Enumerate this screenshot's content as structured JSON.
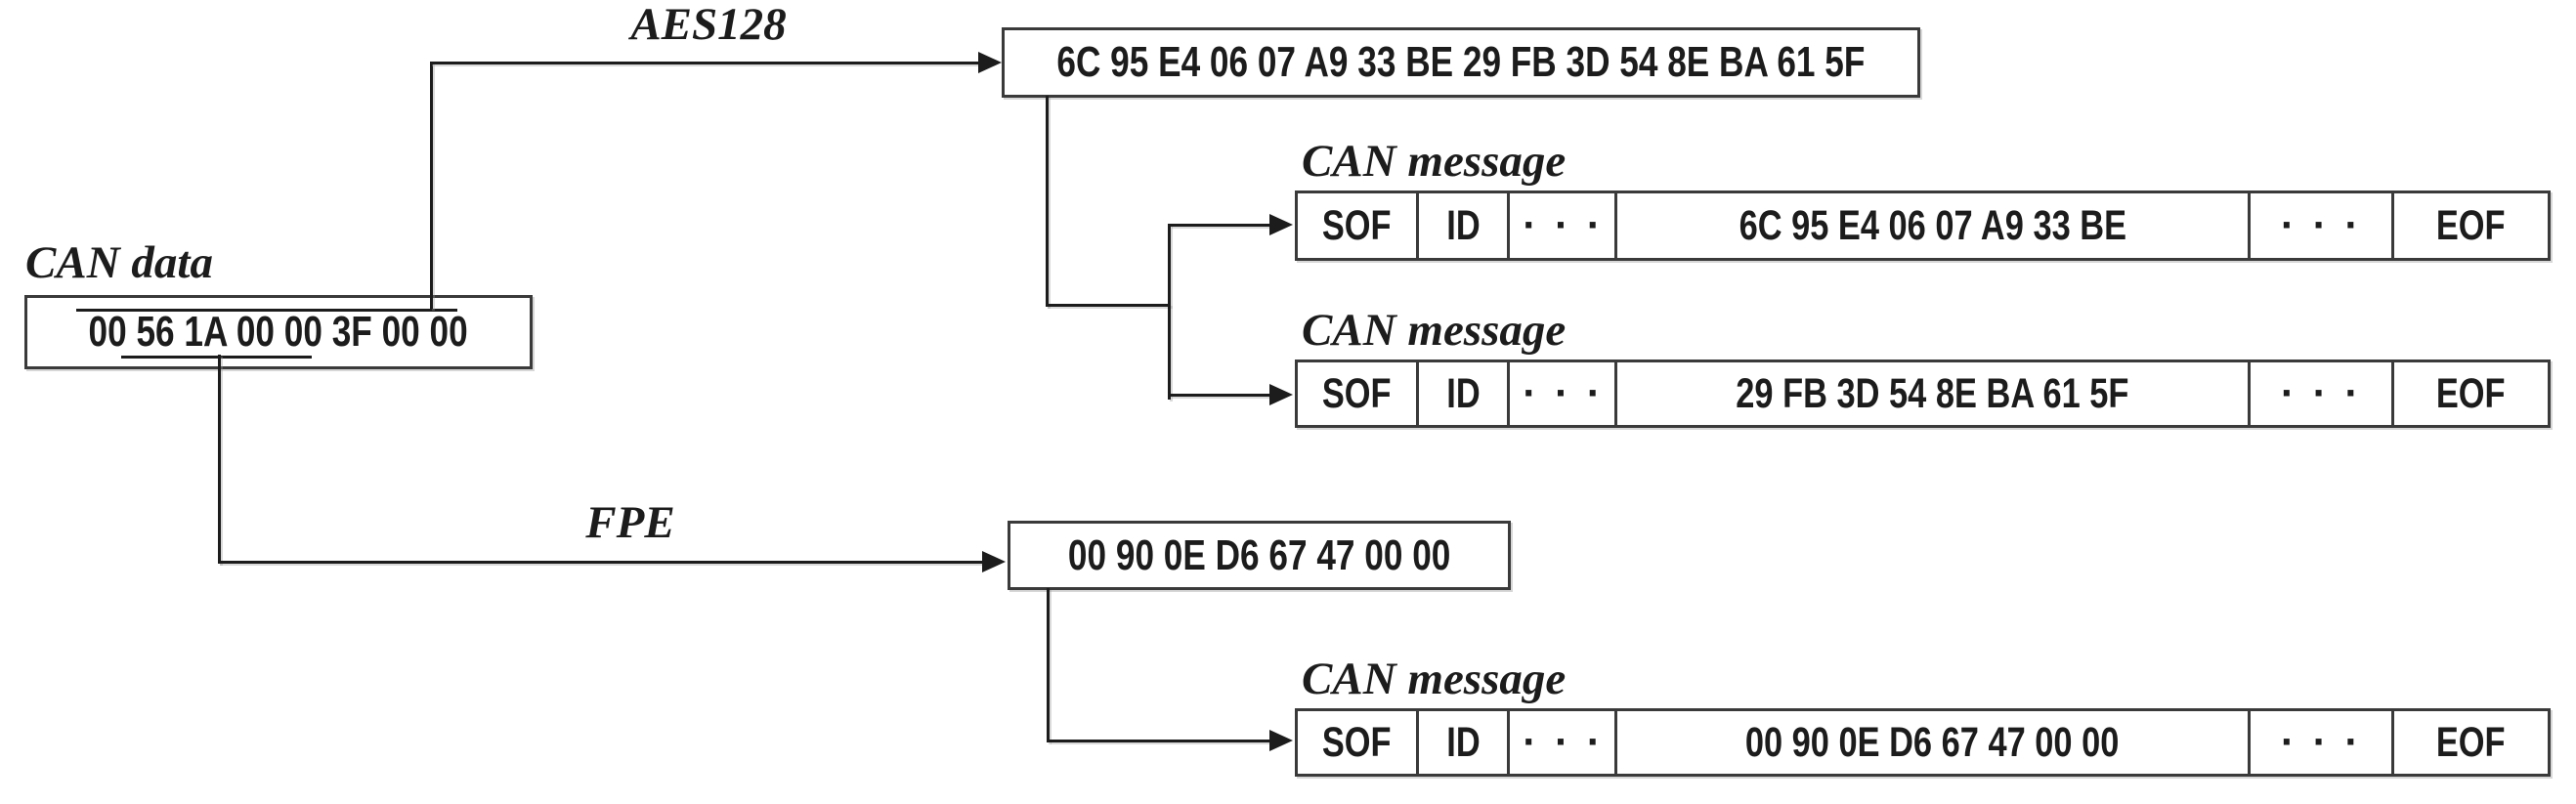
{
  "diagram": {
    "source": {
      "label": "CAN data",
      "value": "00 56 1A 00 00 3F 00 00"
    },
    "aes": {
      "label": "AES128",
      "output": "6C 95 E4 06 07 A9 33 BE 29 FB 3D 54 8E BA 61 5F"
    },
    "fpe": {
      "label": "FPE",
      "output": "00 90 0E D6 67 47 00 00"
    },
    "messages": [
      {
        "label": "CAN message",
        "cells": [
          "SOF",
          "ID",
          "· · ·",
          "6C 95 E4 06 07 A9 33 BE",
          "· · ·",
          "EOF"
        ]
      },
      {
        "label": "CAN message",
        "cells": [
          "SOF",
          "ID",
          "· · ·",
          "29 FB 3D 54 8E BA 61 5F",
          "· · ·",
          "EOF"
        ]
      },
      {
        "label": "CAN message",
        "cells": [
          "SOF",
          "ID",
          "· · ·",
          "00 90 0E D6 67 47 00 00",
          "· · ·",
          "EOF"
        ]
      }
    ]
  }
}
